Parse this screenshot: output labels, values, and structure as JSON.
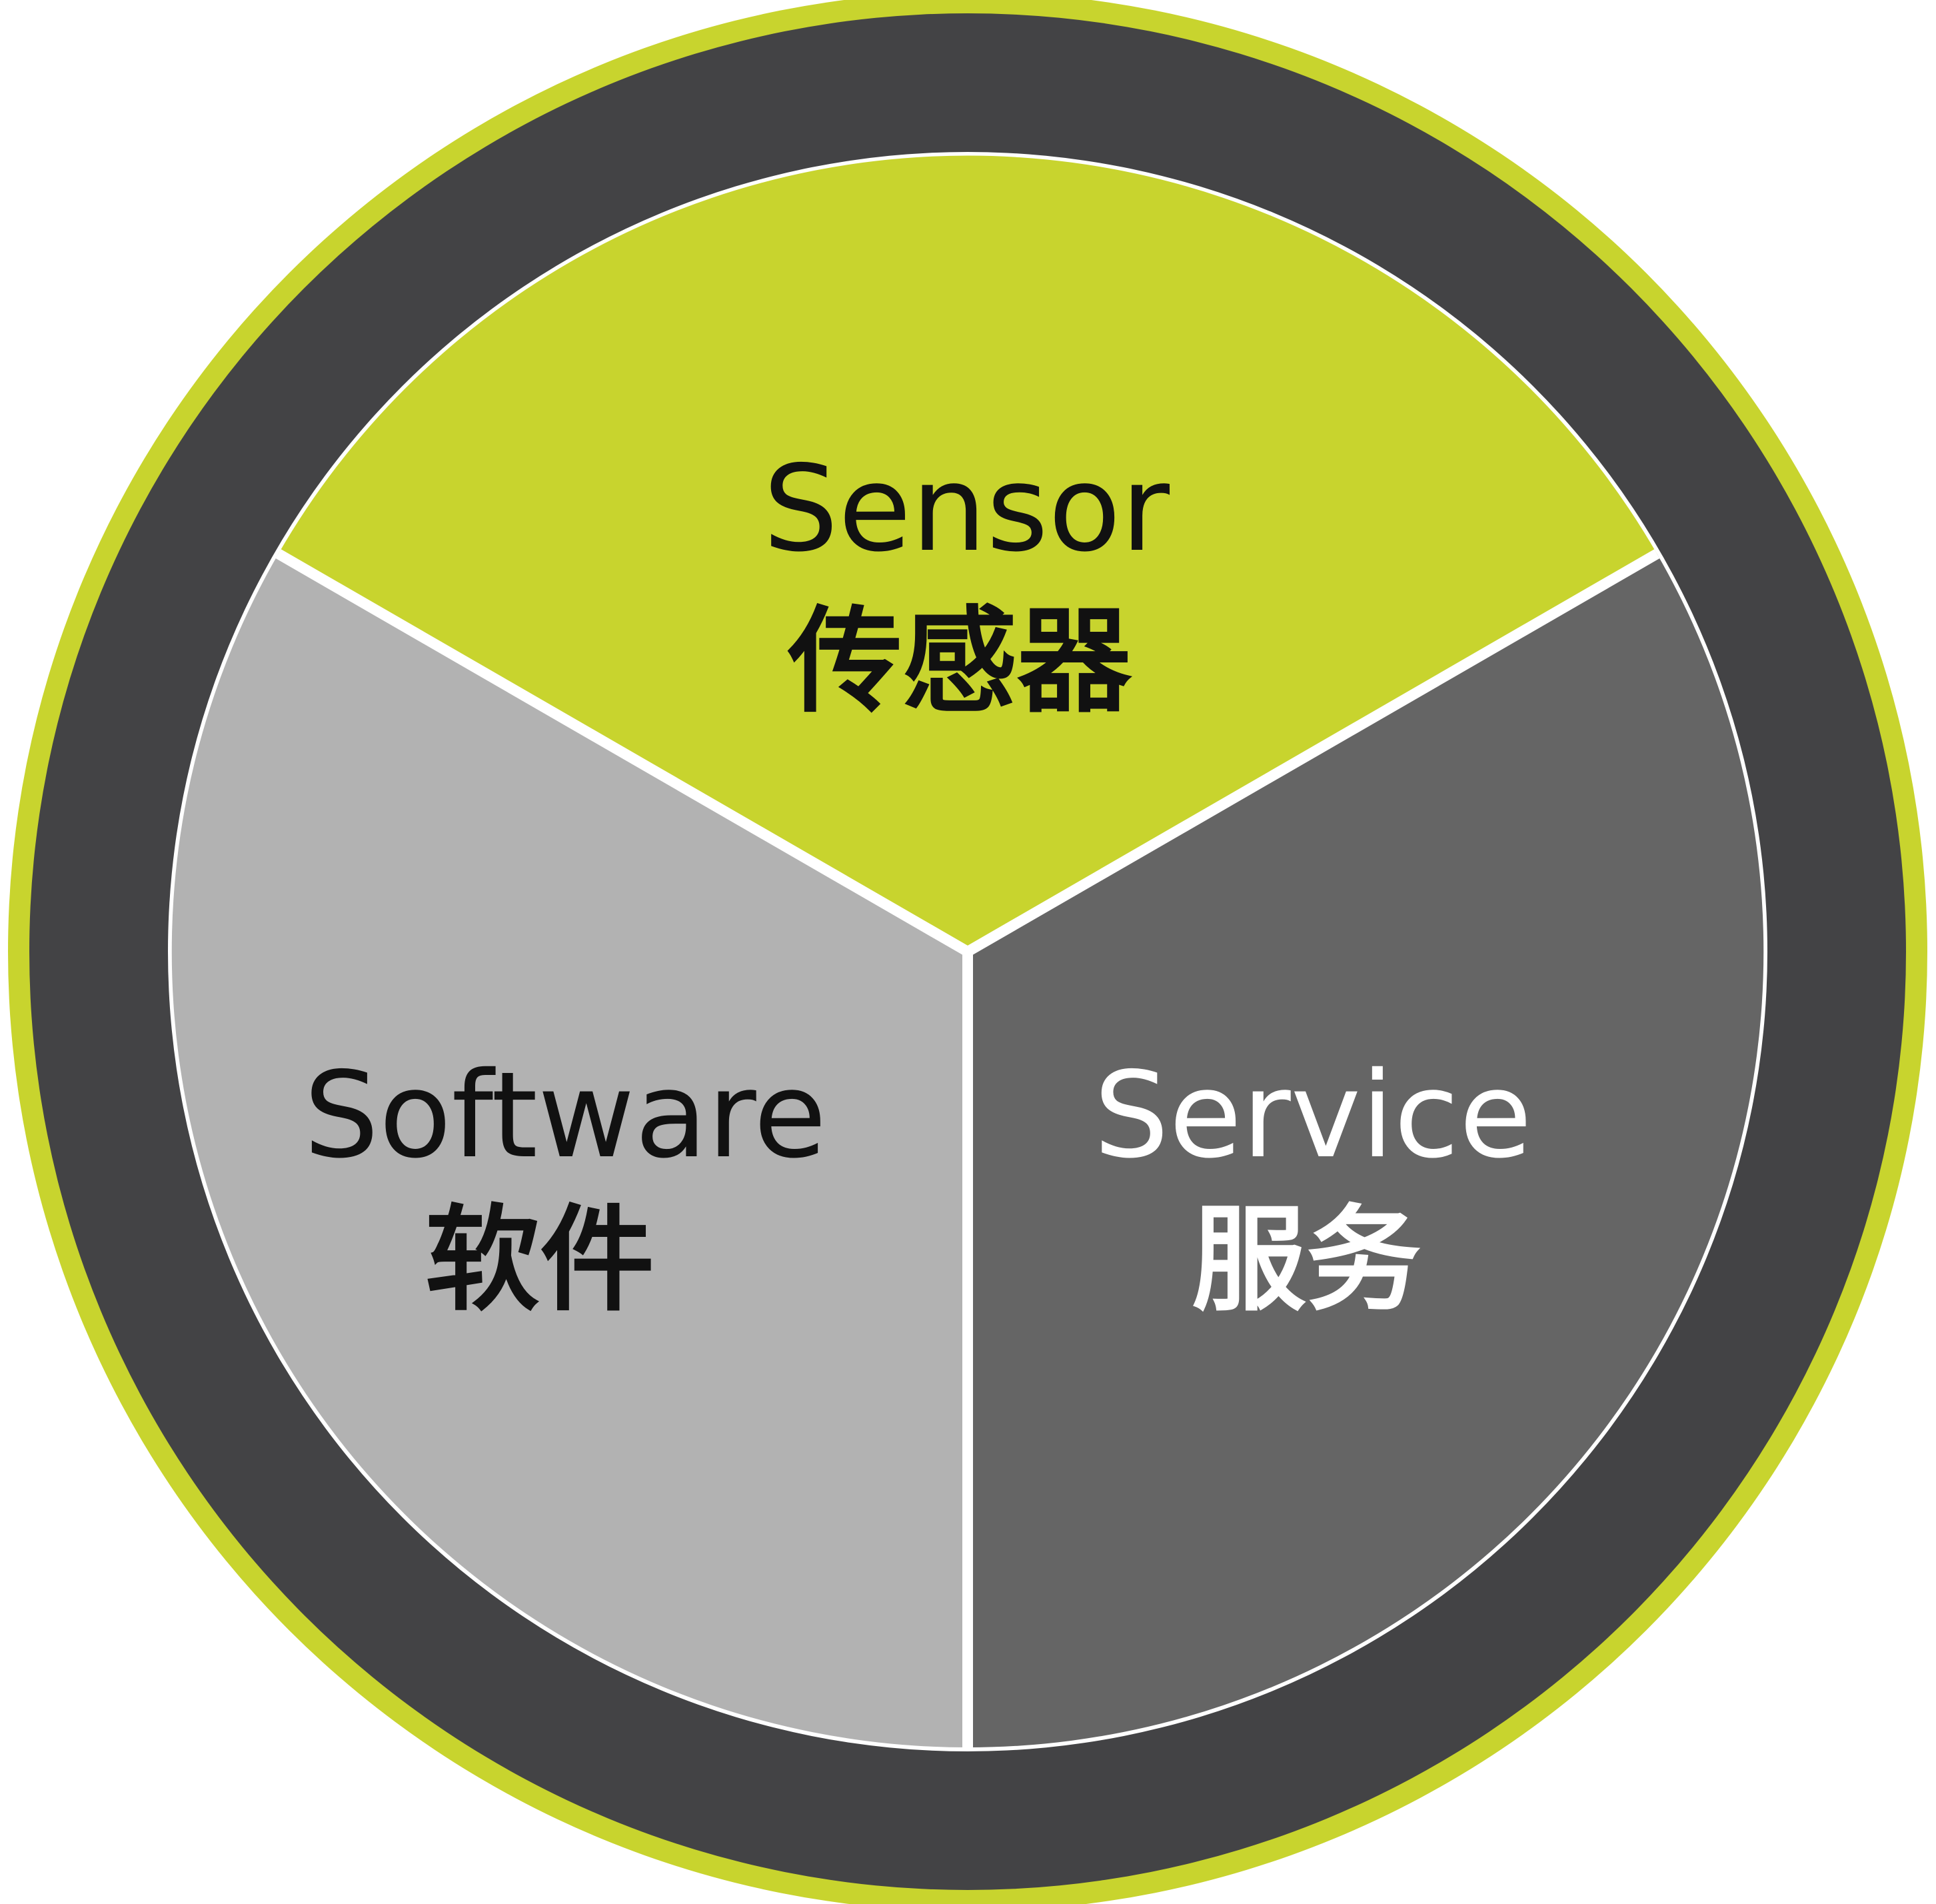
{
  "colors": {
    "outer_accent": "#c8d42e",
    "outer_ring": "#434345",
    "divider": "#ffffff",
    "sensor_fill": "#c8d42e",
    "software_fill": "#b2b2b2",
    "service_fill": "#656565",
    "dark_text": "#111111",
    "light_text": "#ffffff"
  },
  "segments": {
    "sensor": {
      "label_en": "Sensor",
      "label_zh": "传感器"
    },
    "software": {
      "label_en": "Software",
      "label_zh": "软件"
    },
    "service": {
      "label_en": "Service",
      "label_zh": "服务"
    }
  }
}
